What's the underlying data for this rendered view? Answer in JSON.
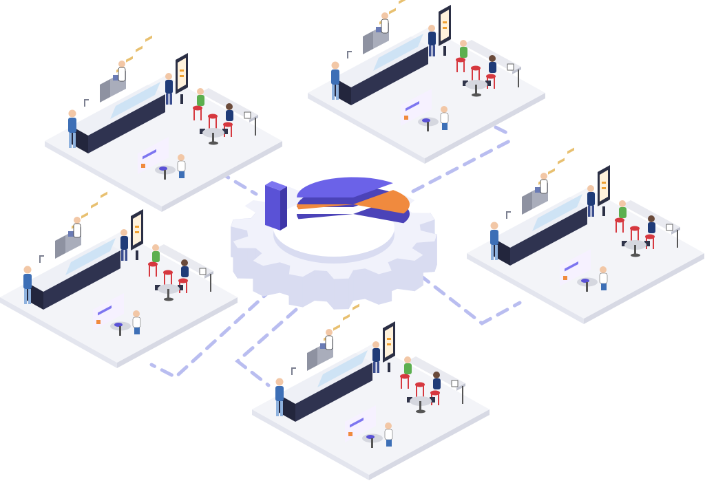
{
  "palette": {
    "floor_top": "#f3f4f8",
    "floor_left": "#e3e5ee",
    "floor_right": "#d7d9e4",
    "counter_top": "#eef0f6",
    "counter_front": "#2f3350",
    "counter_side": "#23263d",
    "gear_top": "#f1f2fb",
    "gear_side": "#d9dcf1",
    "gear_dark": "#c6c9e8",
    "pie_purple": "#6b62e8",
    "pie_orange": "#f08a3e",
    "pie_side": "#4b43b8",
    "bar_purple": "#5a52d6",
    "bar_side": "#3f37a8",
    "link_dash": "#b9bdf0",
    "kiosk_frame": "#2b2f45",
    "kiosk_screen": "#fff2dc",
    "stool_red": "#d6383f",
    "chair_dark": "#30344a",
    "person_blue": "#3d6fb6",
    "person_green": "#5caf4f",
    "person_navy": "#1f3b78",
    "skin": "#f2c7a6",
    "appliance_grey": "#a9adbb",
    "card_panel": "#f6f1ff"
  },
  "stores": [
    {
      "id": "store-top-left"
    },
    {
      "id": "store-top-right"
    },
    {
      "id": "store-middle-left"
    },
    {
      "id": "store-middle-right"
    },
    {
      "id": "store-bottom-center"
    }
  ],
  "center": {
    "icon": "gear-analytics-icon"
  }
}
